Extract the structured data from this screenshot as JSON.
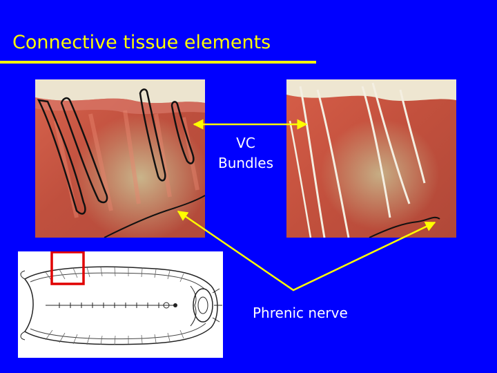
{
  "slide": {
    "title": "Connective tissue elements",
    "vc_label": [
      "VC",
      "Bundles"
    ],
    "phrenic_label": "Phrenic nerve",
    "colors": {
      "background": "#0000ff",
      "title": "#ffff00",
      "arrow": "#ffff00",
      "label": "#ffffff",
      "highlight_box": "#e00000"
    }
  }
}
